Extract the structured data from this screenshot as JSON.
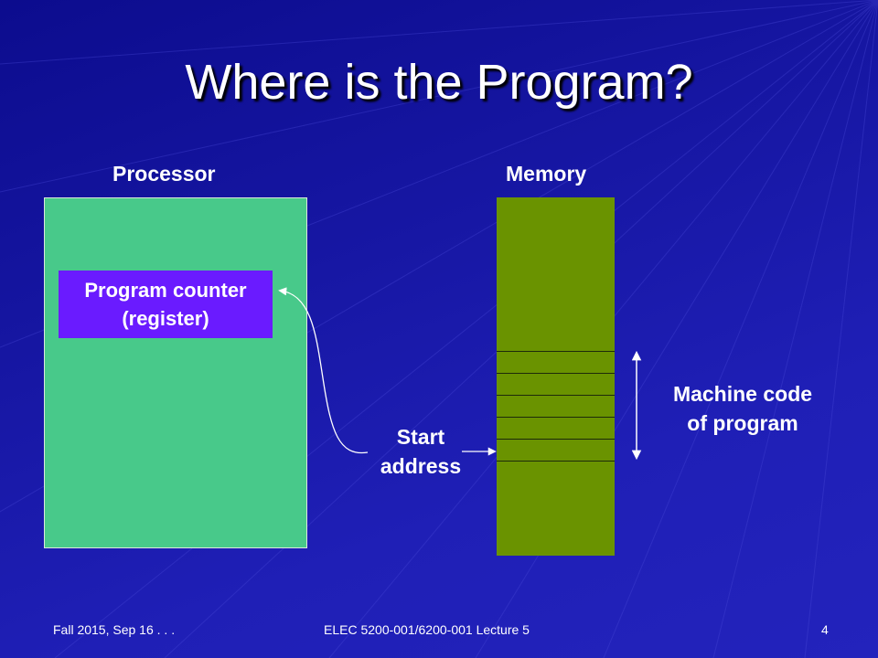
{
  "slide": {
    "title": "Where is the Program?",
    "processor_heading": "Processor",
    "memory_heading": "Memory",
    "program_counter": {
      "line1": "Program counter",
      "line2": "(register)"
    },
    "start_address": {
      "line1": "Start",
      "line2": "address"
    },
    "machine_code": {
      "line1": "Machine code",
      "line2": "of program"
    }
  },
  "footer": {
    "left": "Fall 2015, Sep 16 . . .",
    "center": "ELEC 5200-001/6200-001 Lecture 5",
    "right": "4"
  },
  "colors": {
    "background": "#1a1aa8",
    "processor_fill": "#48c98a",
    "program_counter_fill": "#6a1bff",
    "memory_fill": "#6a9300",
    "text": "#ffffff"
  }
}
